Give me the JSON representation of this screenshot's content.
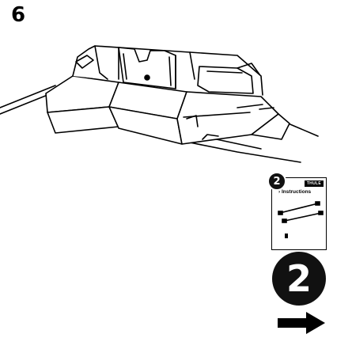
{
  "page": {
    "step_number": "6"
  },
  "reference_card": {
    "badge": "2",
    "brand": "THULE",
    "title": "› Instructions"
  },
  "next_step": {
    "badge": "2",
    "arrow_icon": "right-arrow-icon"
  },
  "colors": {
    "ink": "#000000",
    "paper": "#ffffff"
  }
}
